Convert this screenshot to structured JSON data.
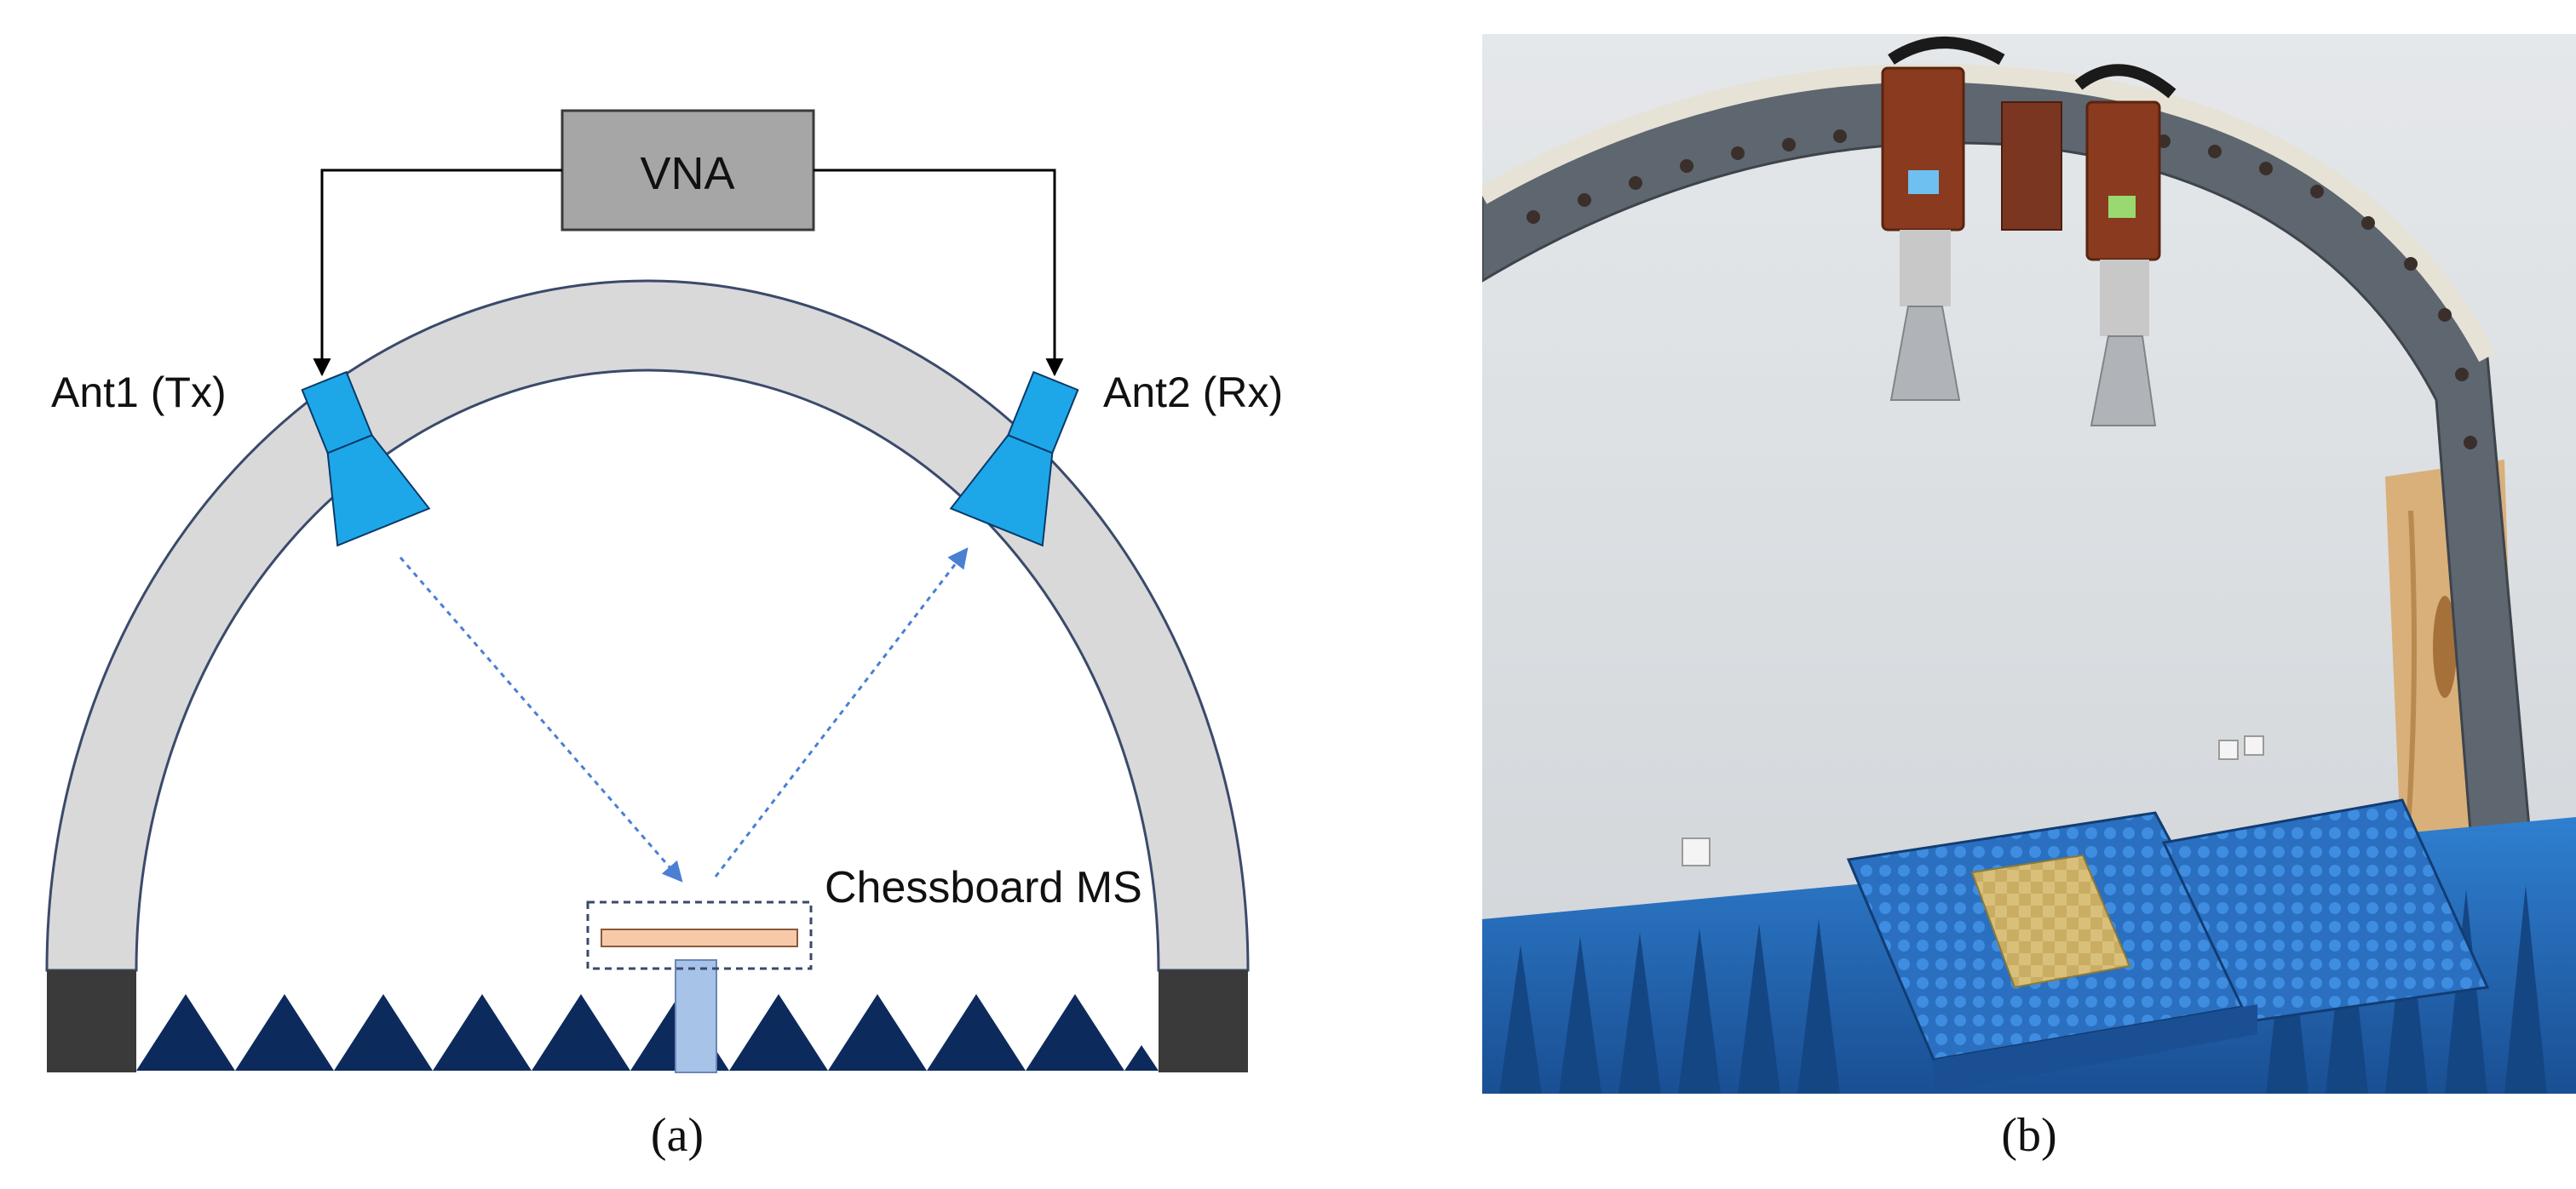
{
  "panel_a": {
    "vna_label": "VNA",
    "tx_label": "Ant1 (Tx)",
    "rx_label": "Ant2 (Rx)",
    "sample_label": "Chessboard MS",
    "caption": "(a)"
  },
  "panel_b": {
    "caption": "(b)"
  },
  "colors": {
    "arch_fill": "#d9d9d9",
    "arch_stroke": "#3b4a6b",
    "antenna": "#1ea7e8",
    "absorber": "#0d2a5c",
    "vna_box": "#a6a6a6",
    "sample": "#f7c9a8",
    "stand": "#a8c3e8",
    "base_block": "#3a3a3a",
    "ray": "#4a7fd4"
  }
}
